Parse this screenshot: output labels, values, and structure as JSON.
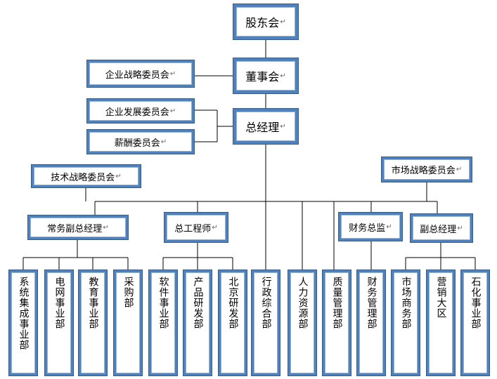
{
  "nodes": {
    "shareholders": "股东会",
    "board": "董事会",
    "strategy_committee": "企业战略委员会",
    "development_committee": "企业发展委员会",
    "compensation_committee": "薪酬委员会",
    "general_manager": "总经理",
    "tech_strategy_committee": "技术战略委员会",
    "market_strategy_committee": "市场战略委员会",
    "executive_vp": "常务副总经理",
    "chief_engineer": "总工程师",
    "cfo": "财务总监",
    "vice_gm": "副总经理"
  },
  "departments": [
    "系统集成事业部",
    "电网事业部",
    "教育事业部",
    "采购部",
    "软件事业部",
    "产品研发部",
    "北京研发部",
    "行政综合部",
    "人力资源部",
    "质量管理部",
    "财务管理部",
    "市场商务部",
    "营销大区",
    "石化事业部"
  ],
  "paragraph_mark": "↵",
  "colors": {
    "box_border": "#4f81bd",
    "line": "#000000"
  }
}
